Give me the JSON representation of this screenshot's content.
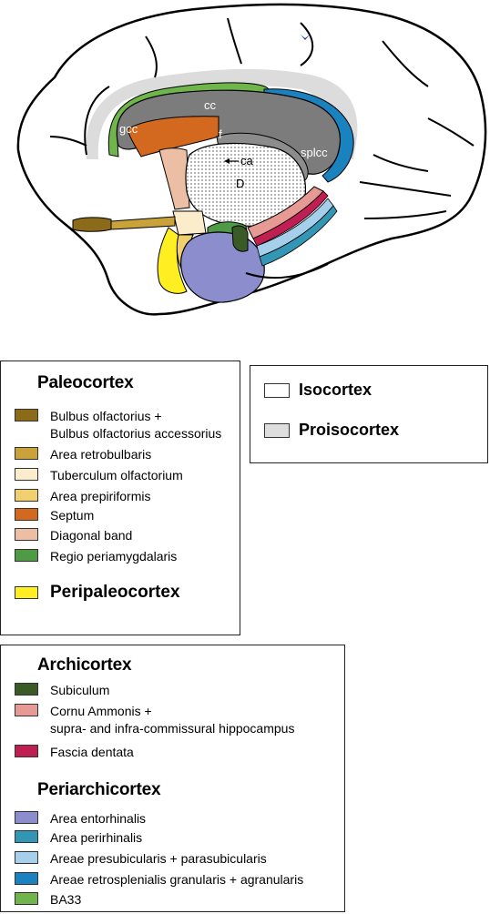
{
  "brain": {
    "labels": {
      "cc": "cc",
      "gcc": "gcc",
      "splcc": "splcc",
      "f": "f",
      "ca": "ca",
      "d": "D"
    }
  },
  "paleo": {
    "heading": "Paleocortex",
    "items": [
      {
        "label": "Bulbus olfactorius +",
        "label2": "Bulbus olfactorius accessorius",
        "color": "#8b6a1a"
      },
      {
        "label": "Area retrobulbaris",
        "color": "#c9a23a"
      },
      {
        "label": "Tuberculum olfactorium",
        "color": "#fbeccb"
      },
      {
        "label": "Area prepiriformis",
        "color": "#efcf6e"
      },
      {
        "label": "Septum",
        "color": "#d2691e"
      },
      {
        "label": "Diagonal band",
        "color": "#ecbfa4"
      },
      {
        "label": "Regio periamygdalaris",
        "color": "#4f9a45"
      }
    ],
    "peri": {
      "label": "Peripaleocortex",
      "color": "#ffee22"
    }
  },
  "iso": {
    "items": [
      {
        "label": "Isocortex",
        "color": "#ffffff"
      },
      {
        "label": "Proisocortex",
        "color": "#dedede"
      }
    ]
  },
  "archi": {
    "heading": "Archicortex",
    "items": [
      {
        "label": "Subiculum",
        "color": "#3b5b26"
      },
      {
        "label": "Cornu Ammonis +",
        "label2": "supra- and infra-commissural hippocampus",
        "color": "#e59a93"
      },
      {
        "label": "Fascia dentata",
        "color": "#bf1f52"
      }
    ],
    "peri_heading": "Periarchicortex",
    "peri_items": [
      {
        "label": "Area entorhinalis",
        "color": "#8b8dcc"
      },
      {
        "label": "Area perirhinalis",
        "color": "#3296b4"
      },
      {
        "label": "Areae presubicularis + parasubicularis",
        "color": "#a6cfec"
      },
      {
        "label": "Areae retrosplenialis granularis + agranularis",
        "color": "#1a82be"
      },
      {
        "label": "BA33",
        "color": "#6fb54c"
      }
    ]
  }
}
